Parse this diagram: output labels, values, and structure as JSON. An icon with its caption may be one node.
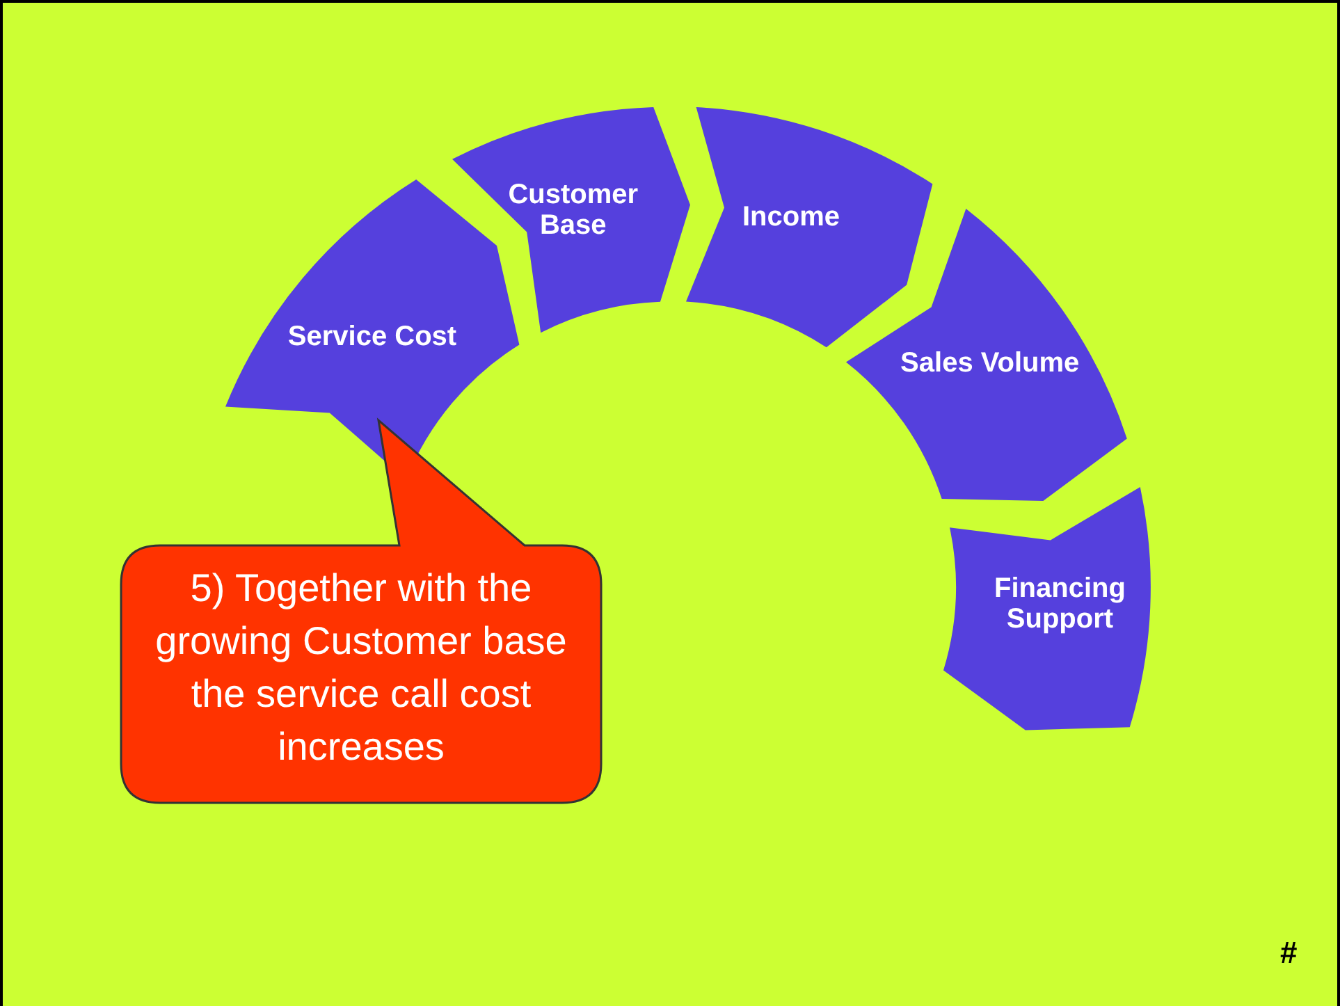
{
  "diagram": {
    "nodes": [
      {
        "text": [
          "Service Cost"
        ]
      },
      {
        "text": [
          "Customer Base"
        ]
      },
      {
        "text": [
          "Income"
        ]
      },
      {
        "text": [
          "Sales Volume"
        ]
      },
      {
        "text": [
          "Financing Support"
        ]
      },
      {
        "text": [
          "5) Together with the growing Customer base the service call cost increases"
        ]
      }
    ],
    "labels": [
      "#"
    ]
  }
}
